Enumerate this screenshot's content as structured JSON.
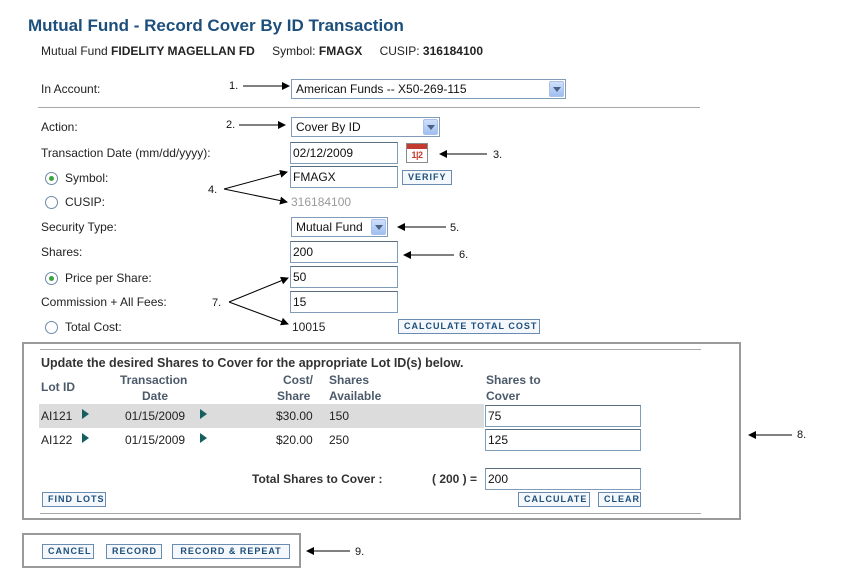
{
  "page": {
    "title": "Mutual Fund - Record Cover By ID Transaction",
    "fund_label": "Mutual Fund",
    "fund_name": "FIDELITY MAGELLAN FD",
    "symbol_label": "Symbol:",
    "symbol_value": "FMAGX",
    "cusip_label": "CUSIP:",
    "cusip_value": "316184100"
  },
  "form": {
    "account_label": "In Account:",
    "account_value": "American Funds -- X50-269-115",
    "action_label": "Action:",
    "action_value": "Cover By ID",
    "date_label": "Transaction Date (mm/dd/yyyy):",
    "date_value": "02/12/2009",
    "calendar_icon_text": "1|2",
    "symbol_radio_label": "Symbol:",
    "symbol_input": "FMAGX",
    "verify_button": "VERIFY",
    "cusip_radio_label": "CUSIP:",
    "cusip_text": "316184100",
    "security_type_label": "Security Type:",
    "security_type_value": "Mutual Fund",
    "shares_label": "Shares:",
    "shares_value": "200",
    "price_label": "Price per Share:",
    "price_value": "50",
    "commission_label": "Commission + All Fees:",
    "commission_value": "15",
    "total_cost_label": "Total Cost:",
    "total_cost_value": "10015",
    "calc_total_button": "CALCULATE TOTAL COST",
    "radios": {
      "symbol": true,
      "cusip": false,
      "price": true,
      "total": false
    }
  },
  "lots": {
    "header": "Update the desired Shares to Cover for the appropriate Lot ID(s) below.",
    "columns": {
      "lot_id": "Lot ID",
      "date_1": "Transaction",
      "date_2": "Date",
      "cost_1": "Cost/",
      "cost_2": "Share",
      "avail_1": "Shares",
      "avail_2": "Available",
      "cover_1": "Shares to",
      "cover_2": "Cover"
    },
    "rows": [
      {
        "lot_id": "AI121",
        "date": "01/15/2009",
        "cost": "$30.00",
        "available": "150",
        "cover": "75"
      },
      {
        "lot_id": "AI122",
        "date": "01/15/2009",
        "cost": "$20.00",
        "available": "250",
        "cover": "125"
      }
    ],
    "total_label": "Total Shares to Cover :",
    "total_paren": "( 200 ) =",
    "total_value": "200",
    "find_lots_button": "FIND LOTS",
    "calculate_button": "CALCULATE",
    "clear_button": "CLEAR"
  },
  "actions": {
    "cancel_button": "CANCEL",
    "record_button": "RECORD",
    "record_repeat_button": "RECORD & REPEAT"
  },
  "callouts": [
    "1.",
    "2.",
    "3.",
    "4.",
    "5.",
    "6.",
    "7.",
    "8.",
    "9."
  ],
  "colors": {
    "title": "#1d4f7c",
    "button_text": "#1d4f7c",
    "row_highlight": "#dcdcdc",
    "radio_on": "#3da33d",
    "lot_arrow": "#146060",
    "calendar": "#c23b2e"
  }
}
